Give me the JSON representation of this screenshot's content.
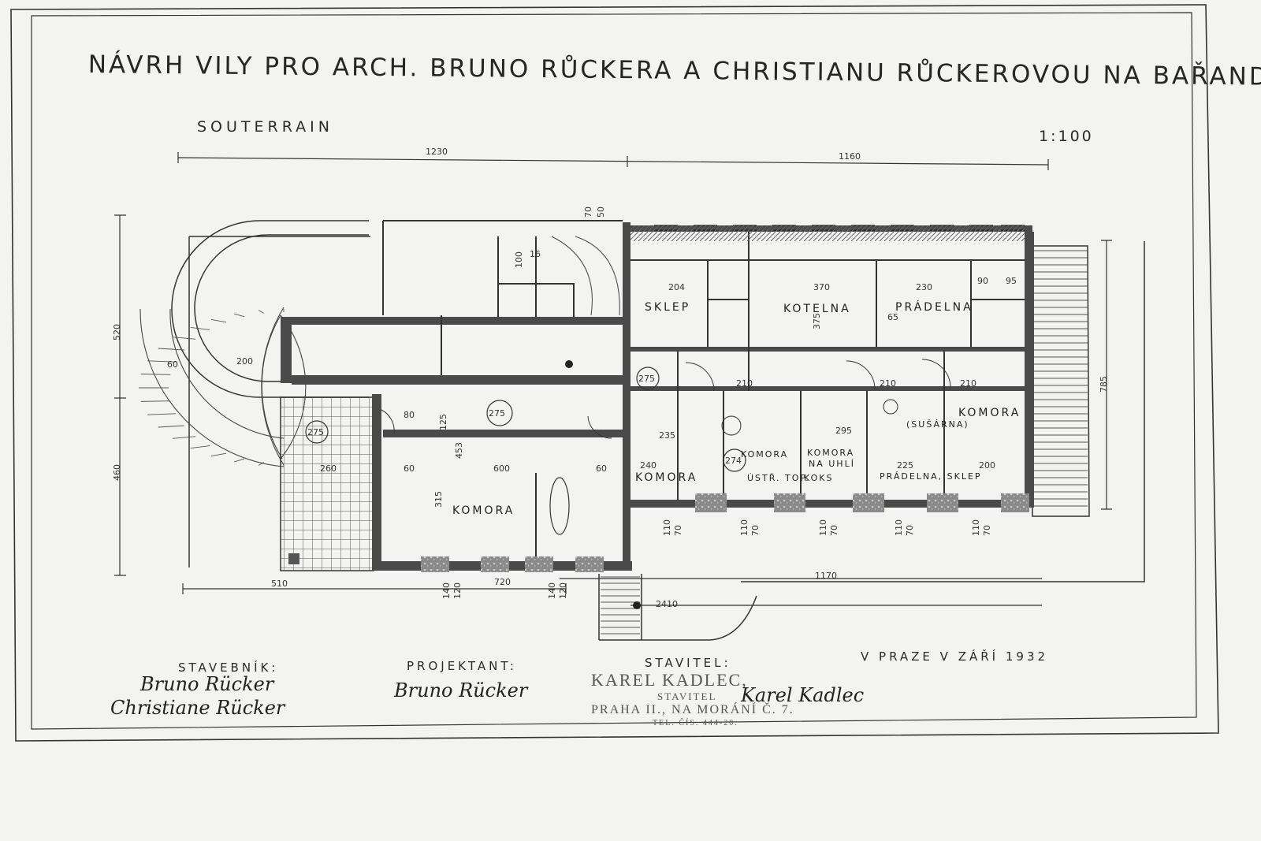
{
  "title": "NÁVRH VILY PRO ARCH. BRUNO RŮCKERA A CHRISTIANU RŮCKEROVOU NA BAŘANDOVĚ.",
  "subtitle": "SOUTERRAIN",
  "scale": "1:100",
  "place_date": "V PRAZE V ZÁŘÍ 1932",
  "signatures": {
    "builder_label": "STAVEBNÍK:",
    "builder_sig_1": "Bruno Rücker",
    "builder_sig_2": "Christiane Rücker",
    "designer_label": "PROJEKTANT:",
    "designer_sig": "Bruno Rücker",
    "contractor_label": "STAVITEL:",
    "stamp_name": "KAREL KADLEC,",
    "stamp_role": "STAVITEL",
    "contractor_sig": "Karel Kadlec",
    "stamp_address": "PRAHA II., NA MORÁNÍ Č. 7.",
    "stamp_phone": "TEL. ČÍS. 444-20."
  },
  "rooms": {
    "sklep": "SKLEP",
    "kotelna": "KOTELNA",
    "pradelna": "PRÁDELNA",
    "komora_susarna_1": "KOMORA",
    "komora_susarna_2": "(SUŠÁRNA)",
    "komora_left": "KOMORA",
    "komora_mid": "KOMORA",
    "komora_small": "KOMORA",
    "komora_uhli_1": "KOMORA",
    "komora_uhli_2": "NA UHLÍ",
    "ustr_topeni": "ÚSTŘ. TOP.",
    "koks": "KOKS",
    "pradelna_sklep": "PRÁDELNA, SKLEP"
  },
  "dims": {
    "d1230": "1230",
    "d1160": "1160",
    "d520": "520",
    "d460": "460",
    "d785": "785",
    "d510": "510",
    "d720": "720",
    "d1170": "1170",
    "d2410": "2410",
    "d200": "200",
    "d260": "260",
    "d600": "600",
    "d453": "453",
    "d315": "315",
    "d204": "204",
    "d370": "370",
    "d230": "230",
    "d375": "375",
    "d235": "235",
    "d240": "240",
    "d225": "225",
    "d2200": "200",
    "d80": "80",
    "d70": "70",
    "d50": "50",
    "d16": "16",
    "d100": "100",
    "d140a": "140",
    "d120a": "120",
    "d140b": "140",
    "d120b": "120",
    "d275a": "275",
    "d275b": "275",
    "d275c": "275",
    "d274": "274",
    "d110a": "110",
    "d110b": "110",
    "d110c": "110",
    "d110d": "110",
    "d110e": "110",
    "d70a": "70",
    "d70b": "70",
    "d70c": "70",
    "d70d": "70",
    "d70e": "70",
    "d210a": "210",
    "d210b": "210",
    "d2010": "210",
    "d65": "65",
    "d60a": "60",
    "d60b": "60",
    "d60c": "60",
    "d295": "295",
    "d125": "125",
    "d90": "90",
    "d95": "95"
  }
}
